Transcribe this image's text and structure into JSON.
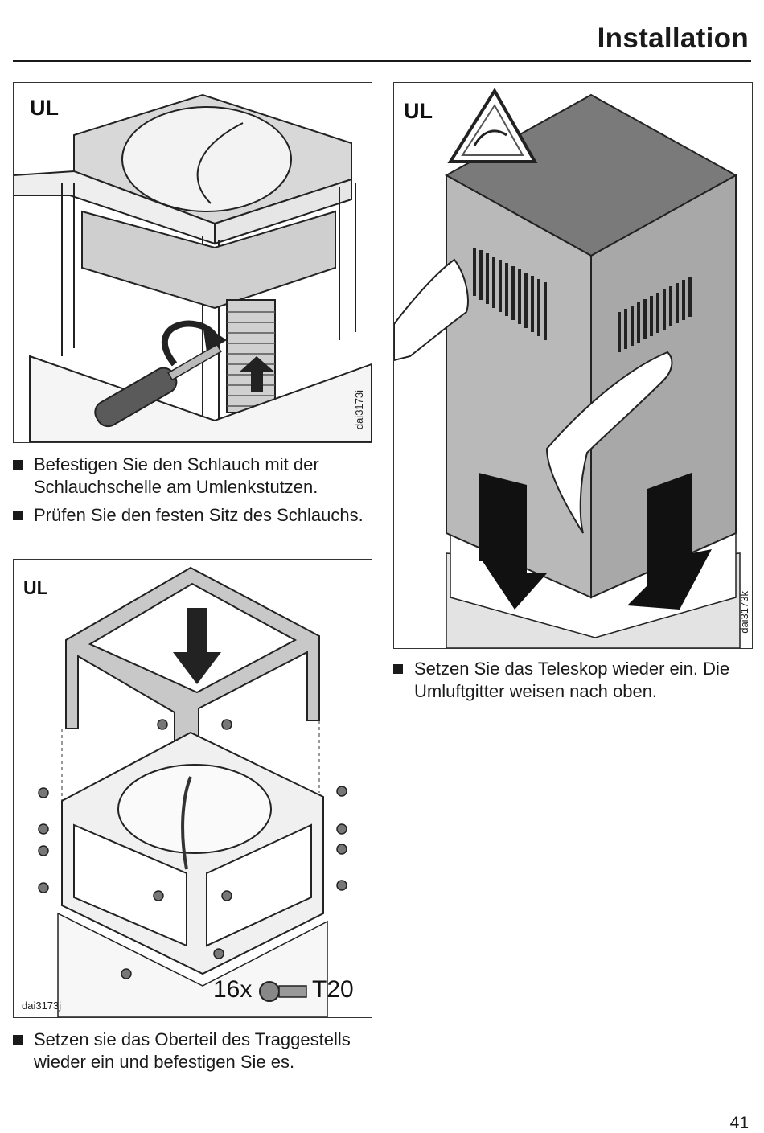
{
  "header": {
    "title": "Installation"
  },
  "figures": {
    "hose": {
      "label": "UL",
      "code": "dai3173i"
    },
    "telescope": {
      "label": "UL",
      "code": "dai3173k"
    },
    "frame": {
      "label": "UL",
      "code": "dai3173j",
      "screw_count": "16x",
      "screw_type": "T20"
    }
  },
  "instructions": {
    "hose": [
      {
        "text": "Befestigen Sie den Schlauch mit der Schlauchschelle am Umlenkstutzen."
      },
      {
        "text": "Prüfen Sie den festen Sitz des Schlauchs."
      }
    ],
    "frame": [
      {
        "text": "Setzen sie das Oberteil des Tragge­stells wieder ein und befestigen Sie es."
      }
    ],
    "telescope": [
      {
        "text": "Setzen Sie das Teleskop wieder ein. Die Umluftgitter weisen nach oben."
      }
    ]
  },
  "footer": {
    "page_number": "41"
  }
}
